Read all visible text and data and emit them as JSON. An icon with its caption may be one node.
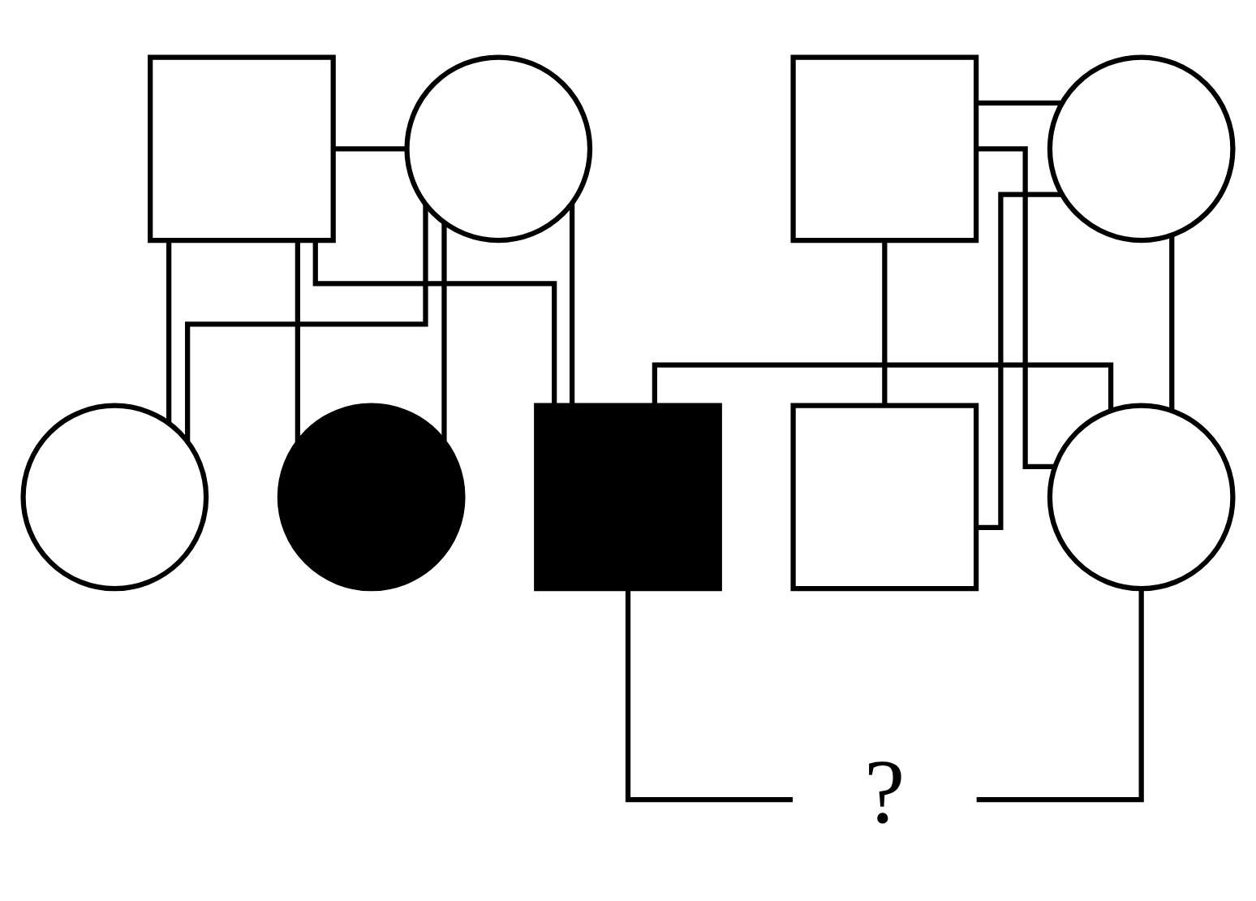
{
  "diagram": {
    "nodes": [
      {
        "text": [],
        "shape": "box"
      },
      {
        "text": [],
        "shape": "circle"
      },
      {
        "text": [],
        "shape": "box"
      },
      {
        "text": [],
        "shape": "circle"
      },
      {
        "text": [],
        "shape": "circle"
      },
      {
        "text": [],
        "shape": "circle"
      },
      {
        "text": [],
        "shape": "box"
      },
      {
        "text": [],
        "shape": "circle"
      },
      {
        "text": [],
        "shape": "box"
      },
      {
        "text": [
          "?"
        ]
      }
    ],
    "edges": [
      {
        "from": 0,
        "to": 1,
        "arrow": "none"
      },
      {
        "from": 0,
        "to": 4,
        "arrow": "none"
      },
      {
        "from": 0,
        "to": 5,
        "arrow": "none"
      },
      {
        "from": 0,
        "to": 6,
        "arrow": "none"
      },
      {
        "from": 1,
        "to": 4,
        "arrow": "none"
      },
      {
        "from": 1,
        "to": 5,
        "arrow": "none"
      },
      {
        "from": 1,
        "to": 6,
        "arrow": "none"
      },
      {
        "from": 2,
        "to": 3,
        "arrow": "none"
      },
      {
        "from": 2,
        "to": 7,
        "arrow": "none"
      },
      {
        "from": 2,
        "to": 8,
        "arrow": "none"
      },
      {
        "from": 3,
        "to": 7,
        "arrow": "none"
      },
      {
        "from": 3,
        "to": 8,
        "arrow": "none"
      },
      {
        "from": 6,
        "to": 7,
        "arrow": "none"
      },
      {
        "from": 6,
        "to": 9,
        "arrow": "none"
      },
      {
        "from": 7,
        "to": 9,
        "arrow": "none"
      }
    ]
  }
}
